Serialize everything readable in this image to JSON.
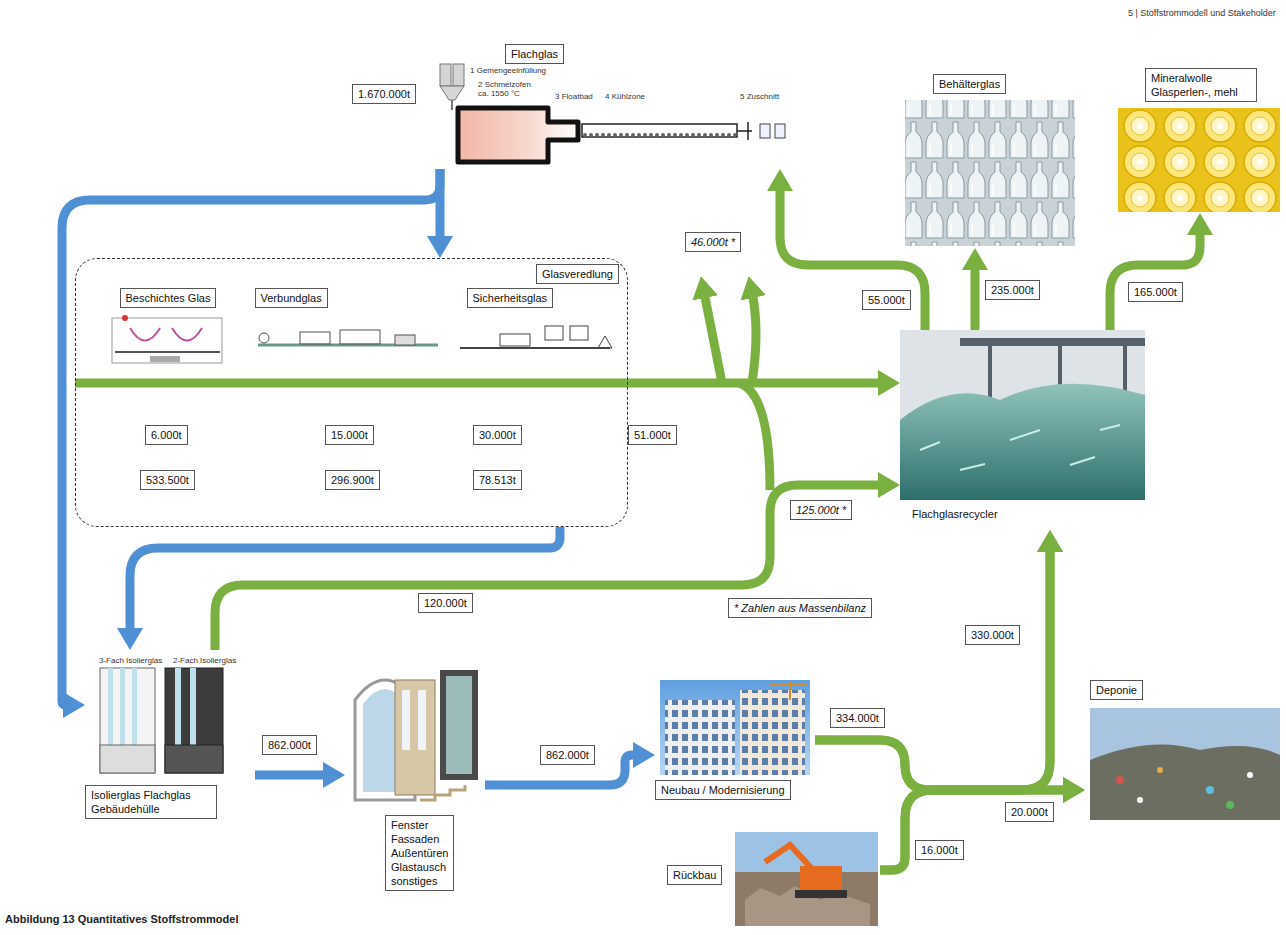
{
  "diagram": {
    "caption": "Abbildung 13 Quantitatives Stoffstrommodel",
    "nodes": [
      {
        "text": [
          "Flachglas",
          "1 Gemengeeinfüllung",
          "2 Schmelzofen ca. 1550 °C",
          "3 Floatbad",
          "4 Kühlzone",
          "5 Zuschnitt"
        ]
      },
      {
        "text": [
          "Behälterglas"
        ]
      },
      {
        "text": [
          "Mineralwolle Glasperlen-, mehl"
        ]
      },
      {
        "text": [
          "Glasveredlung"
        ]
      },
      {
        "text": [
          "Beschichtes Glas"
        ],
        "in": 3
      },
      {
        "text": [
          "Verbundglas"
        ],
        "in": 3
      },
      {
        "text": [
          "Sicherheitsglas"
        ],
        "in": 3
      },
      {
        "text": [
          "Flachglasrecycler"
        ]
      },
      {
        "text": [
          "Isolierglas Flachglas Gebäudehülle",
          "3-Fach Isolierglas",
          "2-Fach Isolierglas"
        ]
      },
      {
        "text": [
          "Fenster Fassaden Außentüren Glastausch sonstiges"
        ]
      },
      {
        "text": [
          "Neubau / Modernisierung"
        ]
      },
      {
        "text": [
          "Rückbau"
        ]
      },
      {
        "text": [
          "Deponie"
        ]
      }
    ],
    "edges": [
      {
        "from": 0,
        "to": 3,
        "arrow": "to",
        "label": "1.670.000t"
      },
      {
        "from": 0,
        "to": 8,
        "arrow": "to"
      },
      {
        "from": 3,
        "to": 8,
        "arrow": "to"
      },
      {
        "from": 3,
        "to": 7,
        "arrow": "to",
        "label": "51.000t"
      },
      {
        "from": 8,
        "to": 7,
        "arrow": "to",
        "label": "120.000t"
      },
      {
        "from": 7,
        "to": 0,
        "arrow": "to",
        "label": "55.000t"
      },
      {
        "from": 7,
        "to": 1,
        "arrow": "to",
        "label": "235.000t"
      },
      {
        "from": 7,
        "to": 2,
        "arrow": "to",
        "label": "165.000t"
      },
      {
        "from": 8,
        "to": 9,
        "arrow": "to",
        "label": "862.000t"
      },
      {
        "from": 9,
        "to": 10,
        "arrow": "to",
        "label": "862.000t"
      },
      {
        "from": 10,
        "to": 7,
        "arrow": "to"
      },
      {
        "from": 10,
        "to": 12,
        "arrow": "to"
      },
      {
        "from": 11,
        "to": 7,
        "arrow": "to"
      },
      {
        "from": 11,
        "to": 12,
        "arrow": "to"
      }
    ],
    "labels": [
      "5 | Stoffstrommodell und Stakeholder",
      "6.000t",
      "15.000t",
      "30.000t",
      "533.500t",
      "296.900t",
      "78.513t",
      "46.000t *",
      "125.000t *",
      "* Zahlen aus Massenbilanz",
      "334.000t",
      "16.000t",
      "330.000t",
      "20.000t"
    ]
  }
}
